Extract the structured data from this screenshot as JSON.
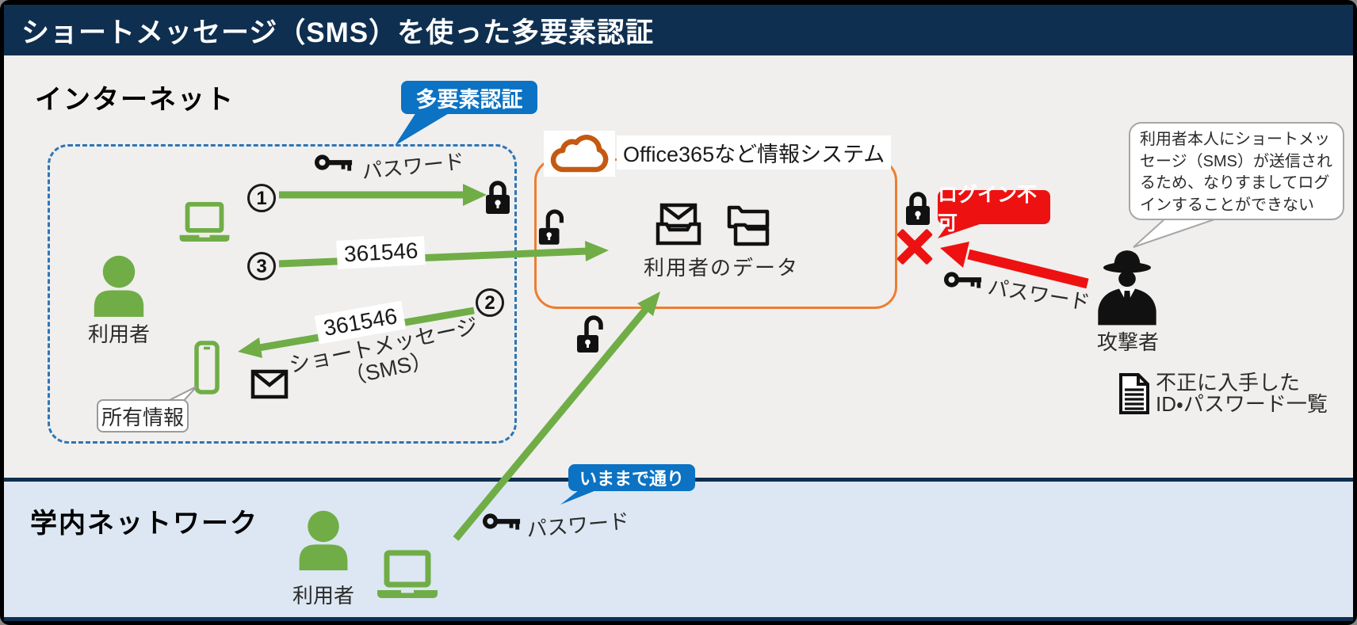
{
  "title": "ショートメッセージ（SMS）を使った多要素認証",
  "sections": {
    "internet": "インターネット",
    "campus": "学内ネットワーク"
  },
  "bubbles": {
    "mfa": "多要素認証",
    "asusual": "いままで通り",
    "login_denied": "ログイン不可",
    "possession": "所有情報",
    "attacker_note": "利用者本人にショートメッセージ（SMS）が送信されるため、なりすましてログインすることができない"
  },
  "labels": {
    "user_internet": "利用者",
    "user_campus": "利用者",
    "attacker": "攻撃者",
    "system": "Office365など情報システム",
    "user_data": "利用者のデータ",
    "password_top": "パスワード",
    "password_campus": "パスワード",
    "password_attacker": "パスワード",
    "sms_line1": "ショートメッセージ",
    "sms_line2": "（SMS）",
    "stolen_line1": "不正に入手した",
    "stolen_line2": "ID・パスワード一覧",
    "code_step3": "361546",
    "code_step2": "361546"
  },
  "steps": {
    "s1": "1",
    "s2": "2",
    "s3": "3"
  },
  "icons": {
    "key-icon": "black key silhouette",
    "padlock-locked-icon": "closed padlock",
    "padlock-unlocked-icon": "open padlock",
    "laptop-icon": "green laptop outline",
    "smartphone-icon": "green smartphone outline",
    "person-icon": "green person silhouette",
    "attacker-icon": "black spy silhouette with fedora",
    "cloud-icon": "orange cloud outline",
    "mail-tray-icon": "envelope in tray",
    "folders-icon": "two folders",
    "envelope-icon": "envelope outline",
    "document-icon": "page with list lines",
    "x-mark-icon": "red cross"
  },
  "colors": {
    "navy": "#0f2f50",
    "internet_bg": "#f0efed",
    "campus_bg": "#dce7f3",
    "green": "#70ad47",
    "accent_blue": "#0b72c4",
    "dashed_blue": "#2e75b6",
    "orange": "#ed7d31",
    "cloud_orange": "#c45911",
    "red": "#ee1111"
  }
}
